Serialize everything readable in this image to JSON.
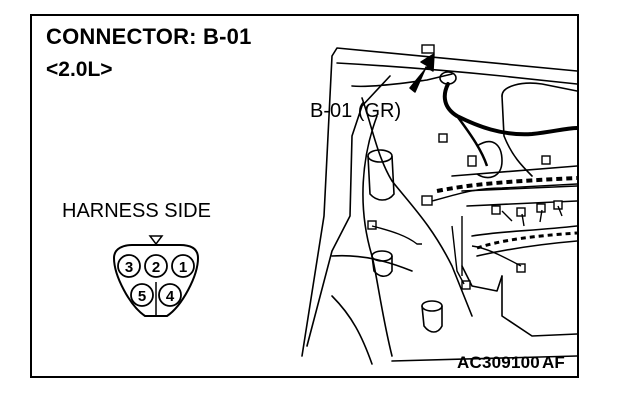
{
  "title": "CONNECTOR: B-01",
  "subtitle": "<2.0L>",
  "harness_label": "HARNESS SIDE",
  "callout_label": "B-01 (GR)",
  "figure_code": "AC309100",
  "figure_suffix": "AF",
  "connector": {
    "pins_top": [
      "3",
      "2",
      "1"
    ],
    "pins_bottom": [
      "5",
      "4"
    ],
    "lock_mark": "triangle-down-icon"
  }
}
